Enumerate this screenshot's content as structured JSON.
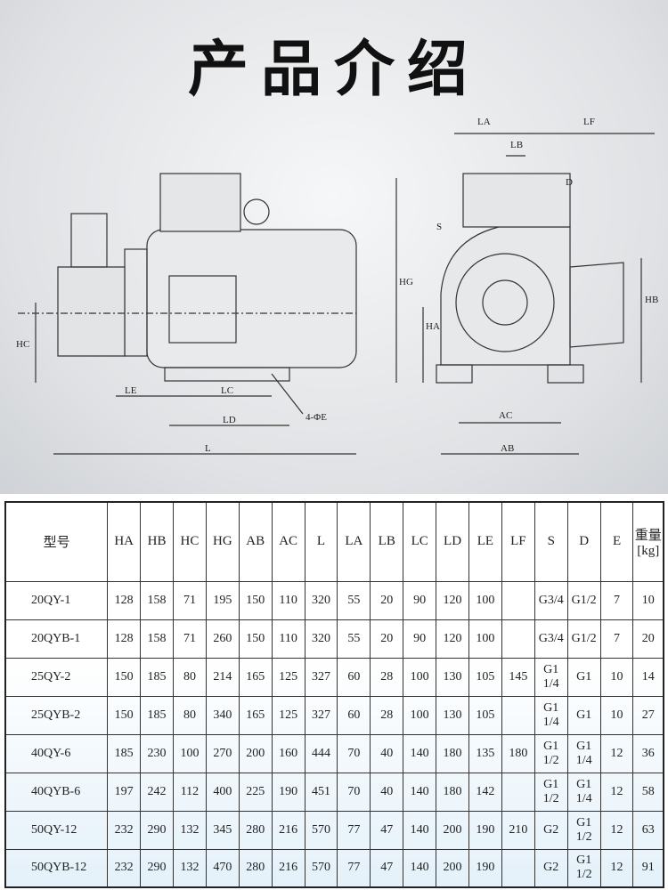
{
  "title": "产品介绍",
  "drawing": {
    "labels": {
      "LA": "LA",
      "LF": "LF",
      "LB": "LB",
      "D": "D",
      "S": "S",
      "HG": "HG",
      "HA": "HA",
      "HB": "HB",
      "HC": "HC",
      "LE": "LE",
      "LC": "LC",
      "LD": "LD",
      "L": "L",
      "E": "4-ΦE",
      "AC": "AC",
      "AB": "AB"
    }
  },
  "table": {
    "headers": [
      "型号",
      "HA",
      "HB",
      "HC",
      "HG",
      "AB",
      "AC",
      "L",
      "LA",
      "LB",
      "LC",
      "LD",
      "LE",
      "LF",
      "S",
      "D",
      "E",
      "重量[kg]"
    ],
    "rows": [
      [
        "20QY-1",
        "128",
        "158",
        "71",
        "195",
        "150",
        "110",
        "320",
        "55",
        "20",
        "90",
        "120",
        "100",
        "",
        "G3/4",
        "G1/2",
        "7",
        "10"
      ],
      [
        "20QYB-1",
        "128",
        "158",
        "71",
        "260",
        "150",
        "110",
        "320",
        "55",
        "20",
        "90",
        "120",
        "100",
        "",
        "G3/4",
        "G1/2",
        "7",
        "20"
      ],
      [
        "25QY-2",
        "150",
        "185",
        "80",
        "214",
        "165",
        "125",
        "327",
        "60",
        "28",
        "100",
        "130",
        "105",
        "145",
        "G1 1/4",
        "G1",
        "10",
        "14"
      ],
      [
        "25QYB-2",
        "150",
        "185",
        "80",
        "340",
        "165",
        "125",
        "327",
        "60",
        "28",
        "100",
        "130",
        "105",
        "",
        "G1 1/4",
        "G1",
        "10",
        "27"
      ],
      [
        "40QY-6",
        "185",
        "230",
        "100",
        "270",
        "200",
        "160",
        "444",
        "70",
        "40",
        "140",
        "180",
        "135",
        "180",
        "G1 1/2",
        "G1 1/4",
        "12",
        "36"
      ],
      [
        "40QYB-6",
        "197",
        "242",
        "112",
        "400",
        "225",
        "190",
        "451",
        "70",
        "40",
        "140",
        "180",
        "142",
        "",
        "G1 1/2",
        "G1 1/4",
        "12",
        "58"
      ],
      [
        "50QY-12",
        "232",
        "290",
        "132",
        "345",
        "280",
        "216",
        "570",
        "77",
        "47",
        "140",
        "200",
        "190",
        "210",
        "G2",
        "G1 1/2",
        "12",
        "63"
      ],
      [
        "50QYB-12",
        "232",
        "290",
        "132",
        "470",
        "280",
        "216",
        "570",
        "77",
        "47",
        "140",
        "200",
        "190",
        "",
        "G2",
        "G1 1/2",
        "12",
        "91"
      ]
    ]
  }
}
